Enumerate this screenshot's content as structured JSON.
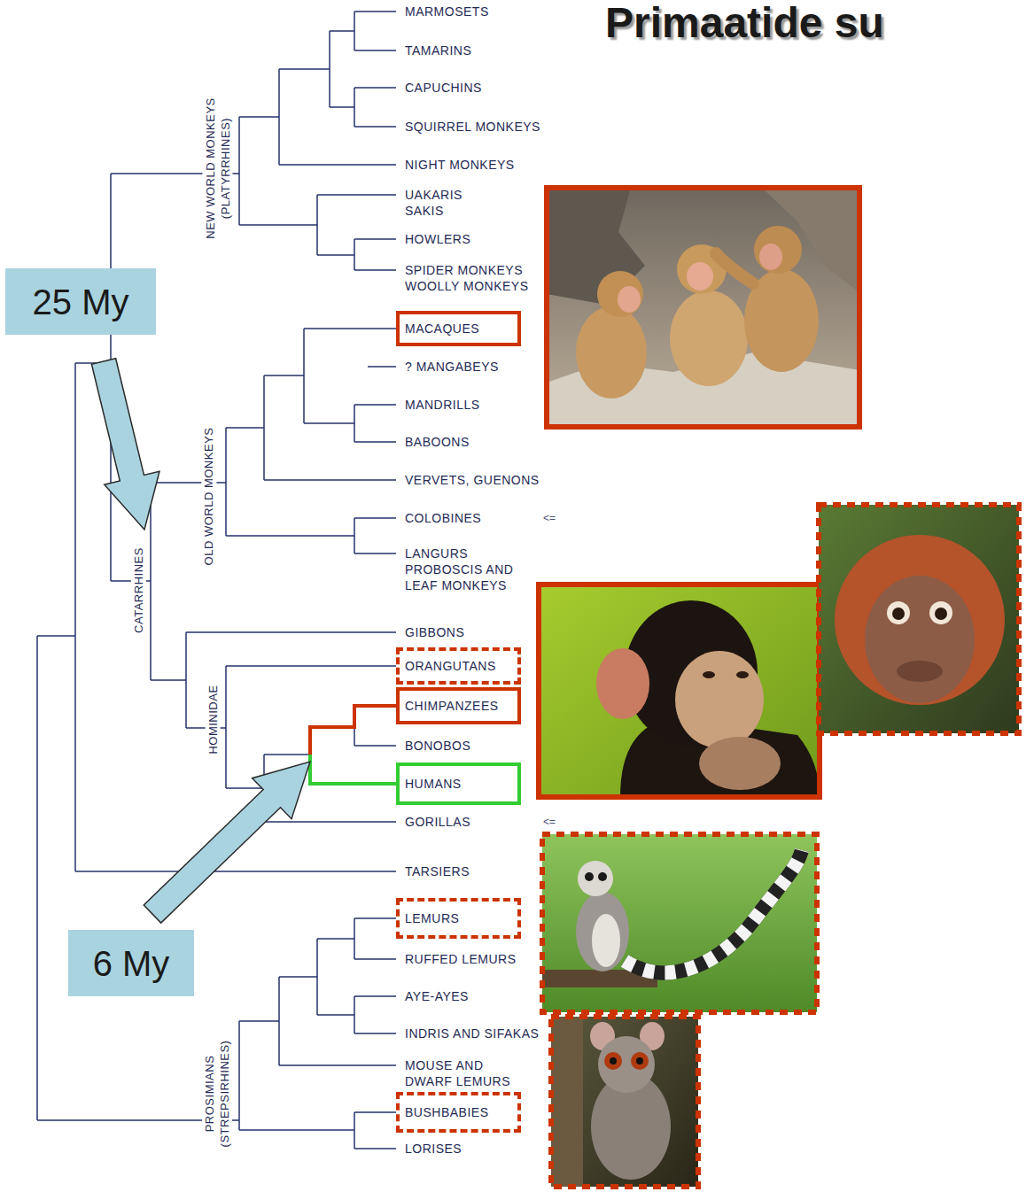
{
  "diagram": {
    "title": "Primaatide su",
    "nodes": [
      {
        "text": [
          "25 My"
        ]
      },
      {
        "text": [
          "MACAQUES"
        ]
      },
      {
        "text": [
          "ORANGUTANS"
        ]
      },
      {
        "text": [
          "CHIMPANZEES"
        ]
      },
      {
        "text": [
          "HUMANS"
        ]
      },
      {
        "text": [
          "LEMURS"
        ]
      },
      {
        "text": [
          "6 My"
        ]
      },
      {
        "text": [
          "BUSHBABIES"
        ]
      }
    ],
    "labels": [
      "MARMOSETS",
      "TAMARINS",
      "CAPUCHINS",
      "SQUIRREL MONKEYS",
      "NIGHT MONKEYS",
      "UAKARIS SAKIS",
      "HOWLERS",
      "SPIDER MONKEYS WOOLLY MONKEYS",
      "? MANGABEYS",
      "MANDRILLS",
      "BABOONS",
      "VERVETS, GUENONS",
      "COLOBINES",
      "<=",
      "LANGURS PROBOSCIS AND LEAF MONKEYS",
      "GIBBONS",
      "BONOBOS",
      "GORILLAS",
      "<=",
      "TARSIERS",
      "RUFFED LEMURS",
      "AYE-AYES",
      "INDRIS AND SIFAKAS",
      "MOUSE AND DWARF LEMURS",
      "LORISES",
      "NEW WORLD MONKEYS (PLATYRRHINES)",
      "OLD WORLD MONKEYS",
      "CATARRHINES",
      "HOMINIDAE",
      "PROSIMIANS (STREPSIRHINES)"
    ]
  }
}
